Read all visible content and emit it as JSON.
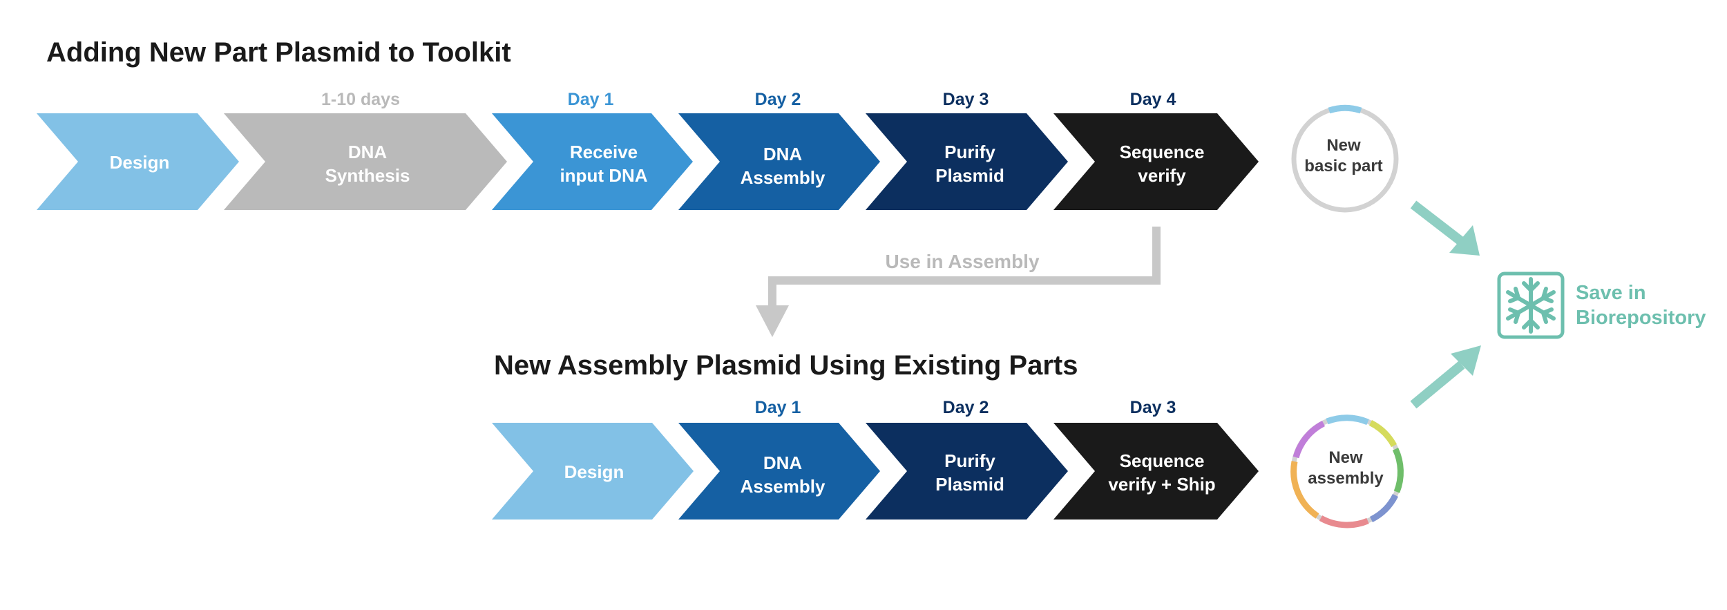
{
  "top": {
    "title": "Adding New Part Plasmid to Toolkit",
    "steps": [
      {
        "line1": "Design",
        "line2": "",
        "day": "",
        "color": "#82c1e6",
        "day_color": ""
      },
      {
        "line1": "DNA",
        "line2": "Synthesis",
        "day": "1-10 days",
        "color": "#bababa",
        "day_color": "#b9b9b9"
      },
      {
        "line1": "Receive",
        "line2": "input DNA",
        "day": "Day 1",
        "color": "#3b95d5",
        "day_color": "#3b95d5"
      },
      {
        "line1": "DNA",
        "line2": "Assembly",
        "day": "Day 2",
        "color": "#1560a3",
        "day_color": "#1560a3"
      },
      {
        "line1": "Purify",
        "line2": "Plasmid",
        "day": "Day 3",
        "color": "#0c2f5f",
        "day_color": "#0c2f5f"
      },
      {
        "line1": "Sequence",
        "line2": "verify",
        "day": "Day 4",
        "color": "#1a1a1a",
        "day_color": "#0c2f5f"
      }
    ],
    "result_line1": "New",
    "result_line2": "basic part"
  },
  "connector_label": "Use in Assembly",
  "bottom": {
    "title": "New Assembly Plasmid Using Existing Parts",
    "steps": [
      {
        "line1": "Design",
        "line2": "",
        "day": "",
        "color": "#82c1e6",
        "day_color": ""
      },
      {
        "line1": "DNA",
        "line2": "Assembly",
        "day": "Day 1",
        "color": "#1560a3",
        "day_color": "#1560a3"
      },
      {
        "line1": "Purify",
        "line2": "Plasmid",
        "day": "Day 2",
        "color": "#0c2f5f",
        "day_color": "#0c2f5f"
      },
      {
        "line1": "Sequence",
        "line2": "verify + Ship",
        "day": "Day 3",
        "color": "#1a1a1a",
        "day_color": "#0c2f5f"
      }
    ],
    "result_line1": "New",
    "result_line2": "assembly"
  },
  "biorepository": {
    "line1": "Save in",
    "line2": "Biorepository",
    "icon": "snowflake-icon",
    "color": "#6dbfae"
  },
  "colors": {
    "accent_teal": "#8fcfc3",
    "connector_gray": "#c8c8c8"
  }
}
